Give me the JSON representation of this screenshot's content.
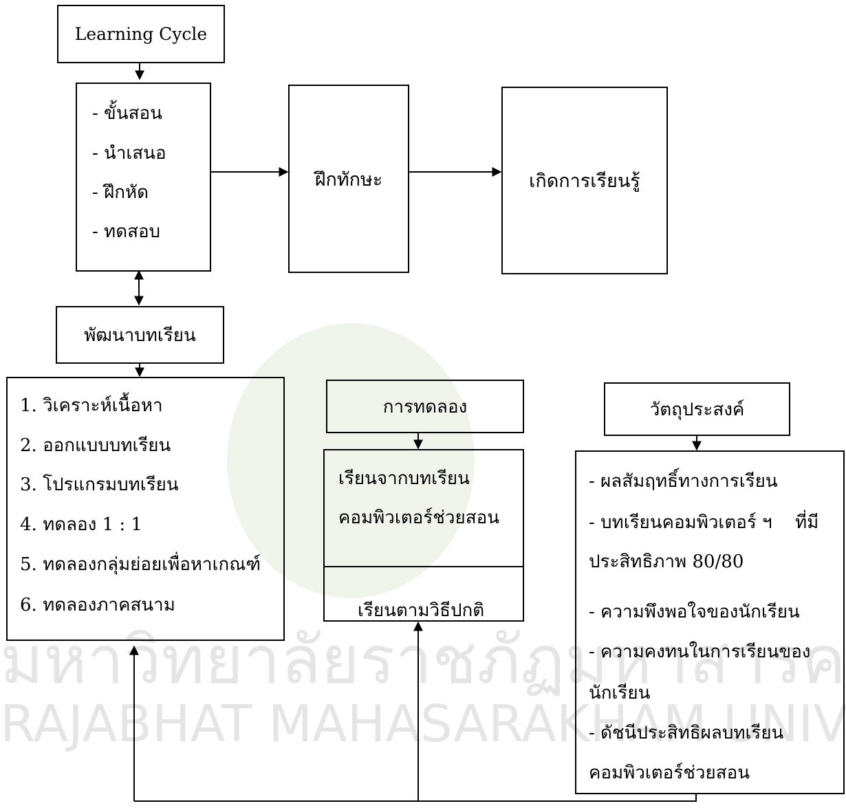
{
  "boxes": {
    "learning_cycle": "Learning Cycle",
    "steps": [
      "- ขั้นสอน",
      "- นำเสนอ",
      "- ฝึกหัด",
      "- ทดสอบ"
    ],
    "practice_skill": "ฝึกทักษะ",
    "learning_occurs": "เกิดการเรียนรู้",
    "develop_lesson": "พัฒนาบทเรียน",
    "develop_steps": [
      "1. วิเคราะห์เนื้อหา",
      "2. ออกแบบบทเรียน",
      "3. โปรแกรมบทเรียน",
      "4. ทดลอง 1 : 1",
      "5. ทดลองกลุ่มย่อยเพื่อหาเกณฑ์",
      "6. ทดลองภาคสนาม"
    ],
    "experiment": "การทดลอง",
    "experiment_groups": {
      "cai_line1": "เรียนจากบทเรียน",
      "cai_line2": "คอมพิวเตอร์ช่วยสอน",
      "normal": "เรียนตามวิธีปกติ"
    },
    "objectives": "วัตถุประสงค์",
    "objective_items": {
      "line1": "- ผลสัมฤทธิ์ทางการเรียน",
      "line2a": "- บทเรียนคอมพิวเตอร์ ฯ",
      "line2b": "ที่มี",
      "line3": "ประสิทธิภาพ 80/80",
      "line4": "- ความพึงพอใจของนักเรียน",
      "line5": "- ความคงทนในการเรียนของ",
      "line6": "นักเรียน",
      "line7": "- ดัชนีประสิทธิผลบทเรียน",
      "line8": "คอมพิวเตอร์ช่วยสอน"
    }
  },
  "watermark": {
    "thai": "มหาวิทยาลัยราชภัฏมหาสารคาม",
    "english": "RAJABHAT MAHASARAKHAM UNIVERSITY"
  }
}
